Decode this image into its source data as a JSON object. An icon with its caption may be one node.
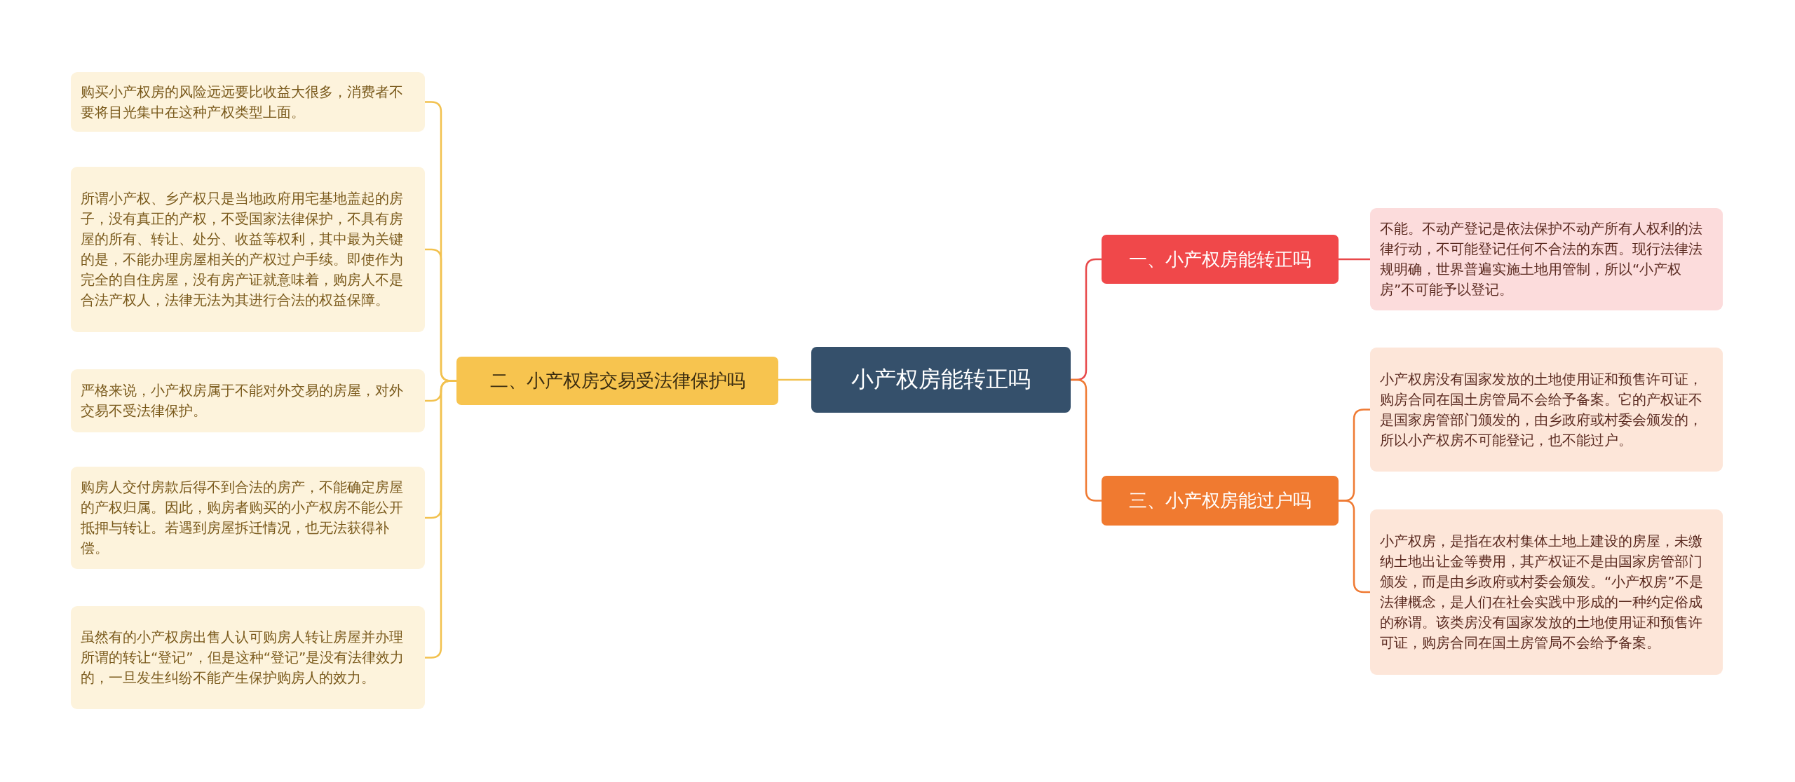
{
  "diagram": {
    "nodes": [
      {
        "text": [
          "小产权房能转正吗"
        ]
      },
      {
        "text": [
          "一、小产权房能转正吗"
        ]
      },
      {
        "text": [
          "不能。不动产登记是依法保护不动产所有人权利的法律行动，不可能登记任何不合法的东西。现行法律法规明确，世界普遍实施土地用管制，所以“小产权房”不可能予以登记。"
        ]
      },
      {
        "text": [
          "三、小产权房能过户吗"
        ]
      },
      {
        "text": [
          "小产权房没有国家发放的土地使用证和预售许可证，购房合同在国土房管局不会给予备案。它的产权证不是国家房管部门颁发的，由乡政府或村委会颁发的，所以小产权房不可能登记，也不能过户。"
        ]
      },
      {
        "text": [
          "小产权房，是指在农村集体土地上建设的房屋，未缴纳土地出让金等费用，其产权证不是由国家房管部门颁发，而是由乡政府或村委会颁发。“小产权房”不是法律概念，是人们在社会实践中形成的一种约定俗成的称谓。该类房没有国家发放的土地使用证和预售许可证，购房合同在国土房管局不会给予备案。"
        ]
      },
      {
        "text": [
          "二、小产权房交易受法律保护吗"
        ]
      },
      {
        "text": [
          "购买小产权房的风险远远要比收益大很多，消费者不要将目光集中在这种产权类型上面。"
        ]
      },
      {
        "text": [
          "所谓小产权、乡产权只是当地政府用宅基地盖起的房子，没有真正的产权，不受国家法律保护，不具有房屋的所有、转让、处分、收益等权利，其中最为关键的是，不能办理房屋相关的产权过户手续。即使作为完全的自住房屋，没有房产证就意味着，购房人不是合法产权人，法律无法为其进行合法的权益保障。"
        ]
      },
      {
        "text": [
          "严格来说，小产权房属于不能对外交易的房屋，对外交易不受法律保护。"
        ]
      },
      {
        "text": [
          "购房人交付房款后得不到合法的房产，不能确定房屋的产权归属。因此，购房者购买的小产权房不能公开抵押与转让。若遇到房屋拆迁情况，也无法获得补偿。"
        ]
      },
      {
        "text": [
          "虽然有的小产权房出售人认可购房人转让房屋并办理所谓的转让“登记”，但是这种“登记”是没有法律效力的，一旦发生纠纷不能产生保护购房人的效力。"
        ]
      }
    ],
    "edges": [
      {
        "from": 0,
        "to": 1,
        "arrow": "none",
        "color": "#e8484a"
      },
      {
        "from": 1,
        "to": 2,
        "arrow": "none",
        "color": "#e8484a"
      },
      {
        "from": 0,
        "to": 3,
        "arrow": "none",
        "color": "#ef7a33"
      },
      {
        "from": 3,
        "to": 4,
        "arrow": "none",
        "color": "#ef7a33"
      },
      {
        "from": 3,
        "to": 5,
        "arrow": "none",
        "color": "#ef7a33"
      },
      {
        "from": 0,
        "to": 6,
        "arrow": "none"
      },
      {
        "from": 6,
        "to": 7,
        "arrow": "none"
      },
      {
        "from": 6,
        "to": 8,
        "arrow": "none"
      },
      {
        "from": 6,
        "to": 9,
        "arrow": "none"
      },
      {
        "from": 6,
        "to": 10,
        "arrow": "none"
      },
      {
        "from": 6,
        "to": 11,
        "arrow": "none"
      }
    ]
  }
}
